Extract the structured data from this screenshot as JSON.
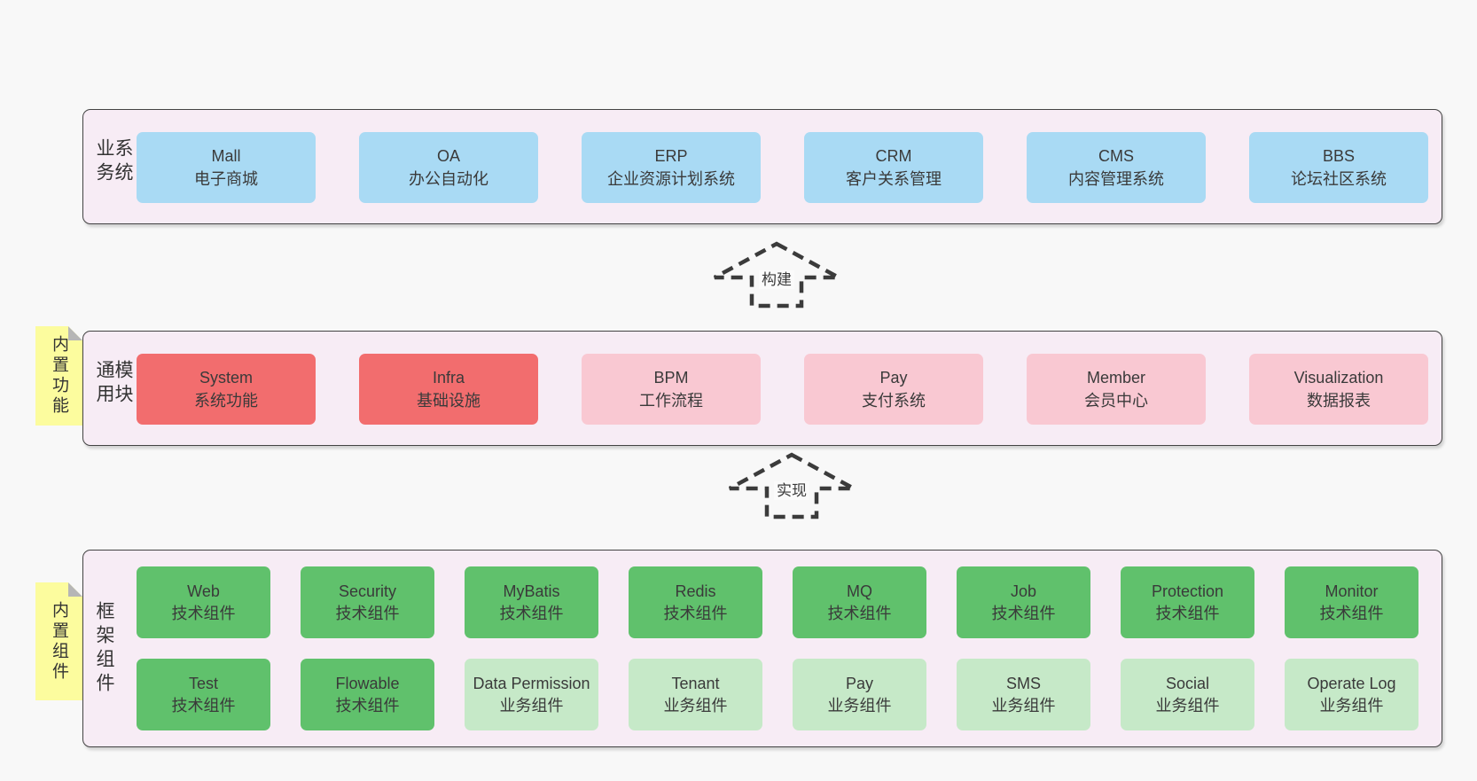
{
  "colors": {
    "page_background": "#f8f8f8",
    "band_background": "#f7ecf5",
    "band_border": "#434343",
    "blue_box": "#a9daf4",
    "red_box": "#f26d6e",
    "pink_box": "#f9c8d2",
    "green_dark_box": "#60c16c",
    "green_light_box": "#c6e9c8",
    "note_yellow": "#fcfc9e",
    "note_fold_gray": "#b6b6b6",
    "text": "#3a3a3a"
  },
  "arrows": [
    {
      "label": "构建"
    },
    {
      "label": "实现"
    }
  ],
  "bands": [
    {
      "id": "business-systems",
      "label": "业务系统",
      "boxes": [
        {
          "title": "Mall",
          "subtitle": "电子商城",
          "variant": "blue"
        },
        {
          "title": "OA",
          "subtitle": "办公自动化",
          "variant": "blue"
        },
        {
          "title": "ERP",
          "subtitle": "企业资源计划系统",
          "variant": "blue"
        },
        {
          "title": "CRM",
          "subtitle": "客户关系管理",
          "variant": "blue"
        },
        {
          "title": "CMS",
          "subtitle": "内容管理系统",
          "variant": "blue"
        },
        {
          "title": "BBS",
          "subtitle": "论坛社区系统",
          "variant": "blue"
        }
      ]
    },
    {
      "id": "common-modules",
      "label": "通用模块",
      "note": "内置功能",
      "boxes": [
        {
          "title": "System",
          "subtitle": "系统功能",
          "variant": "red"
        },
        {
          "title": "Infra",
          "subtitle": "基础设施",
          "variant": "red"
        },
        {
          "title": "BPM",
          "subtitle": "工作流程",
          "variant": "pink"
        },
        {
          "title": "Pay",
          "subtitle": "支付系统",
          "variant": "pink"
        },
        {
          "title": "Member",
          "subtitle": "会员中心",
          "variant": "pink"
        },
        {
          "title": "Visualization",
          "subtitle": "数据报表",
          "variant": "pink"
        }
      ]
    },
    {
      "id": "framework-components",
      "label": "框架组件",
      "note": "内置组件",
      "rows": [
        [
          {
            "title": "Web",
            "subtitle": "技术组件",
            "variant": "green-dark"
          },
          {
            "title": "Security",
            "subtitle": "技术组件",
            "variant": "green-dark"
          },
          {
            "title": "MyBatis",
            "subtitle": "技术组件",
            "variant": "green-dark"
          },
          {
            "title": "Redis",
            "subtitle": "技术组件",
            "variant": "green-dark"
          },
          {
            "title": "MQ",
            "subtitle": "技术组件",
            "variant": "green-dark"
          },
          {
            "title": "Job",
            "subtitle": "技术组件",
            "variant": "green-dark"
          },
          {
            "title": "Protection",
            "subtitle": "技术组件",
            "variant": "green-dark"
          },
          {
            "title": "Monitor",
            "subtitle": "技术组件",
            "variant": "green-dark"
          }
        ],
        [
          {
            "title": "Test",
            "subtitle": "技术组件",
            "variant": "green-dark"
          },
          {
            "title": "Flowable",
            "subtitle": "技术组件",
            "variant": "green-dark"
          },
          {
            "title": "Data Permission",
            "subtitle": "业务组件",
            "variant": "green-light"
          },
          {
            "title": "Tenant",
            "subtitle": "业务组件",
            "variant": "green-light"
          },
          {
            "title": "Pay",
            "subtitle": "业务组件",
            "variant": "green-light"
          },
          {
            "title": "SMS",
            "subtitle": "业务组件",
            "variant": "green-light"
          },
          {
            "title": "Social",
            "subtitle": "业务组件",
            "variant": "green-light"
          },
          {
            "title": "Operate Log",
            "subtitle": "业务组件",
            "variant": "green-light"
          }
        ]
      ]
    }
  ]
}
